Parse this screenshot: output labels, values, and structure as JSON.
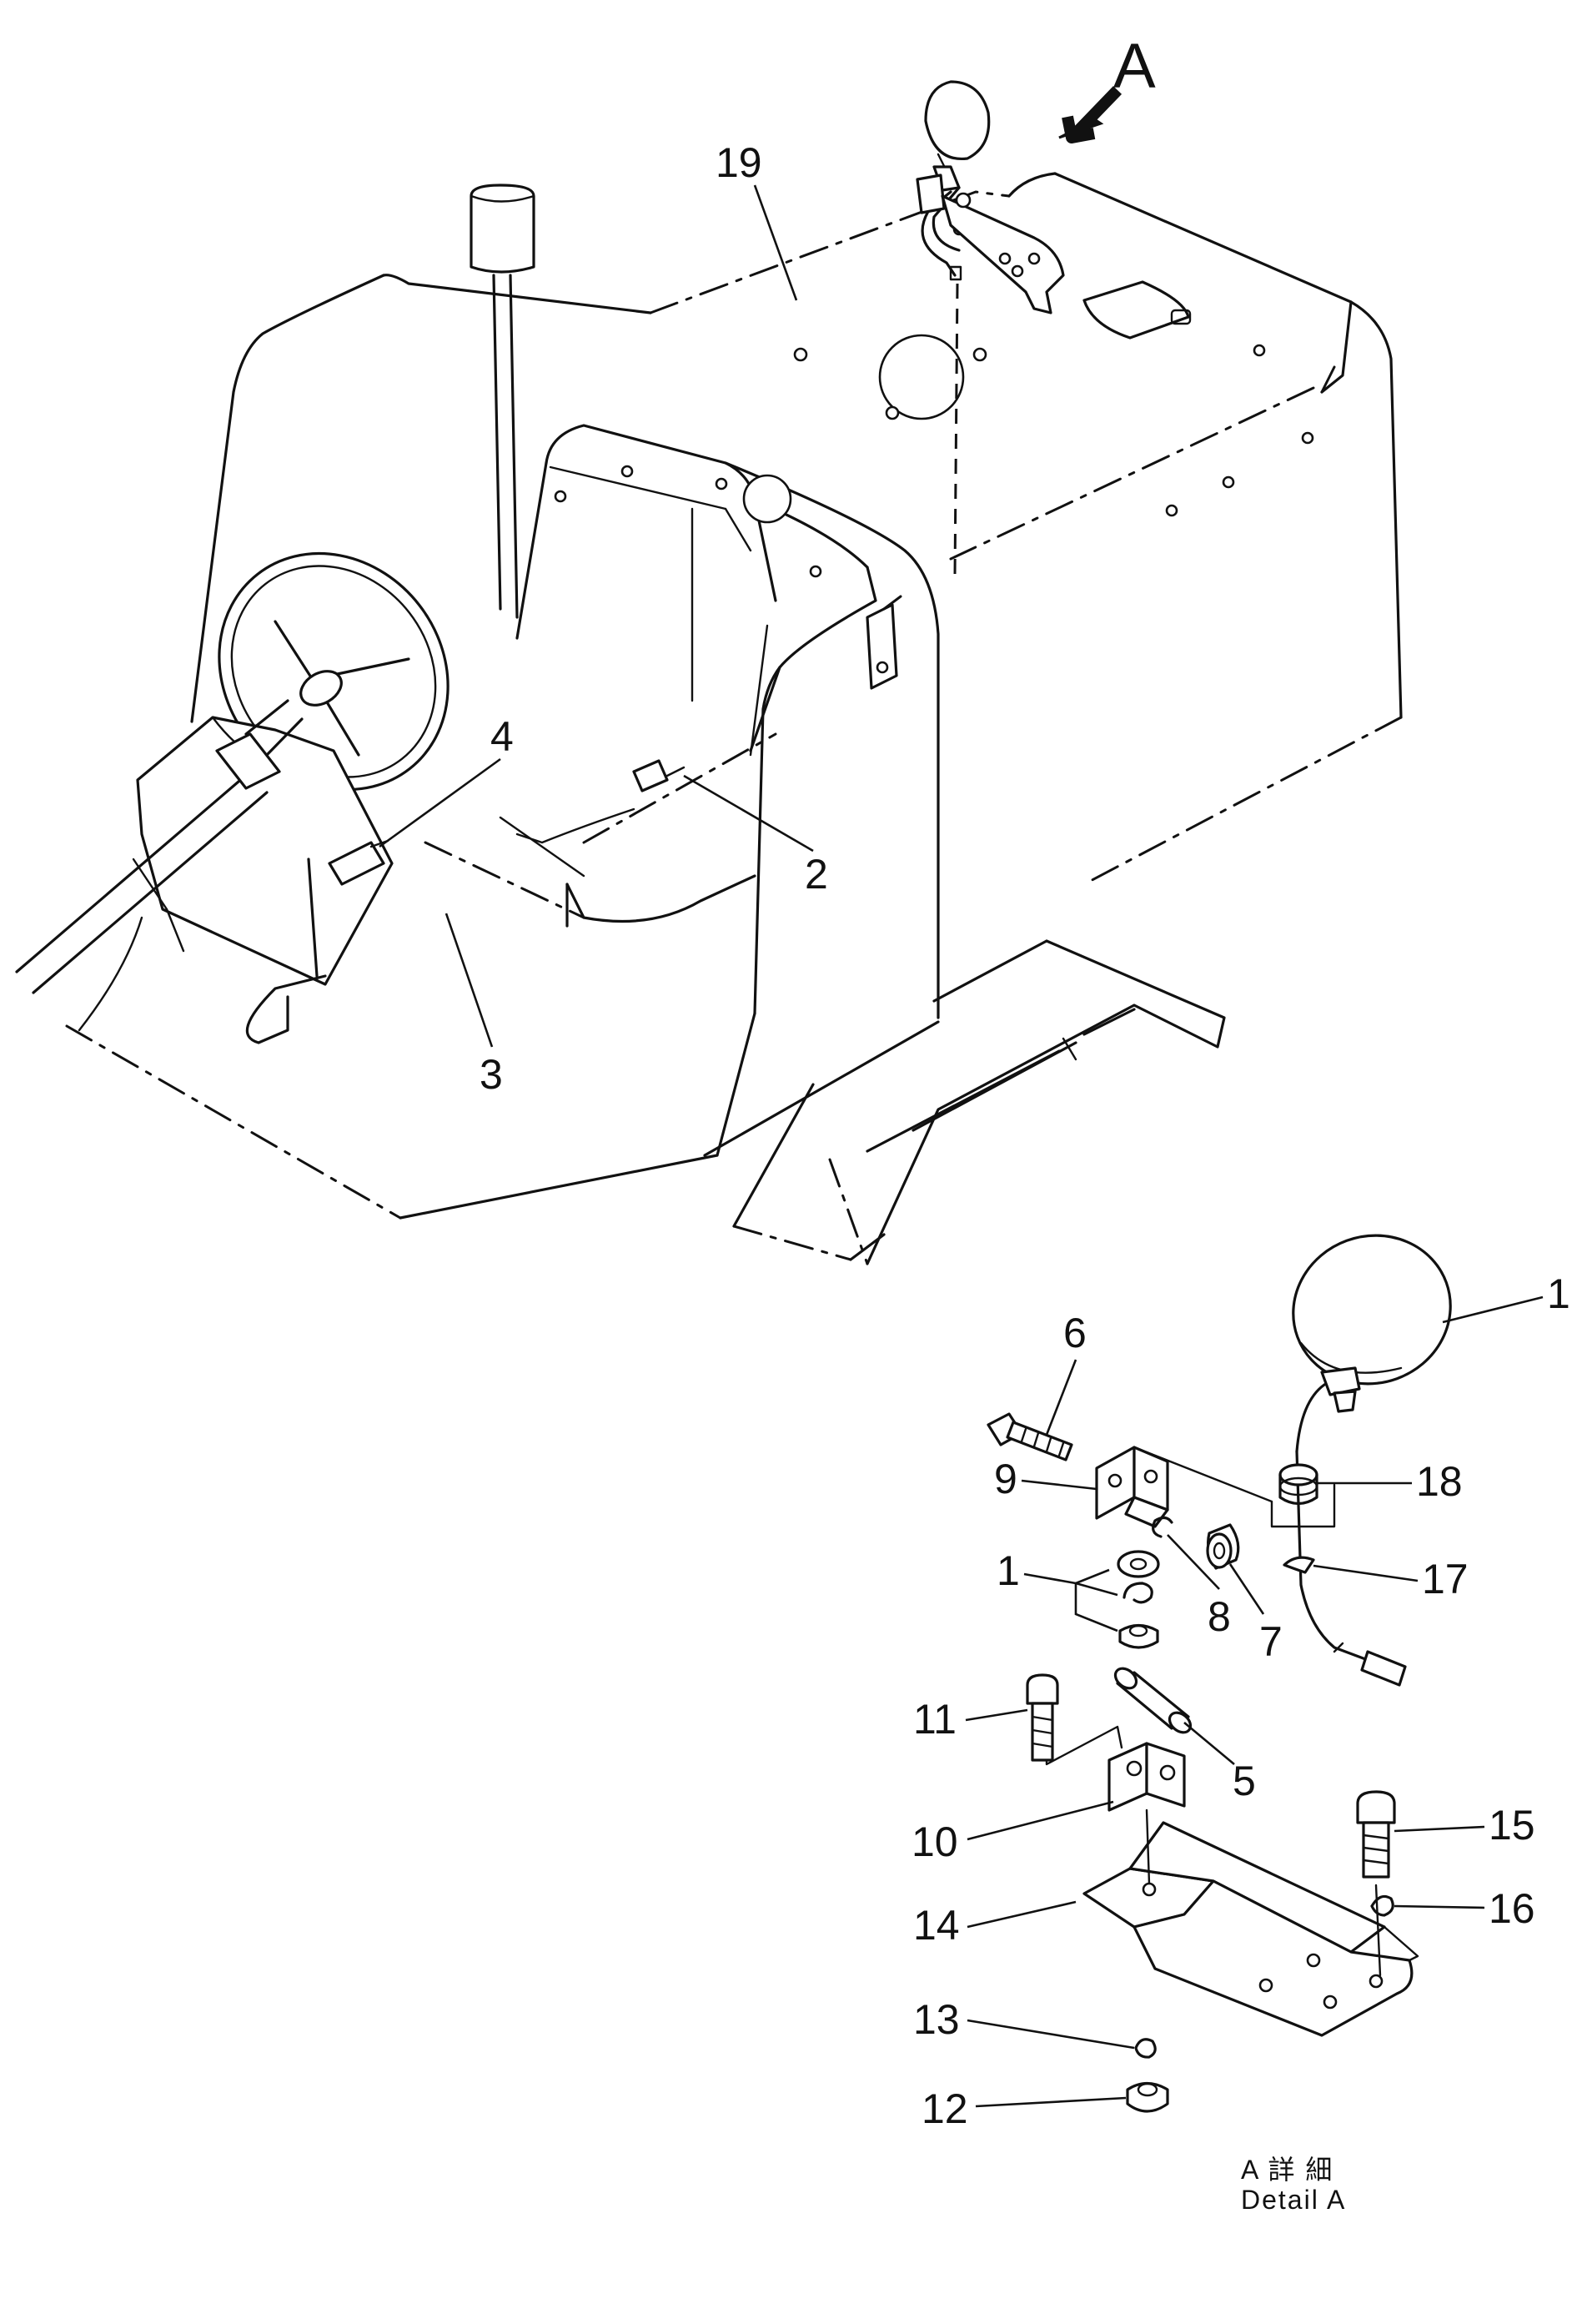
{
  "view_label": "A",
  "callouts": {
    "c19": "19",
    "c4": "4",
    "c2": "2",
    "c3": "3",
    "d1a": "1",
    "d6": "6",
    "d9": "9",
    "d18": "18",
    "d1b": "1",
    "d8": "8",
    "d7": "7",
    "d17": "17",
    "d11": "11",
    "d5": "5",
    "d10": "10",
    "d15": "15",
    "d14": "14",
    "d16": "16",
    "d13": "13",
    "d12": "12"
  },
  "caption": {
    "jp": "A 詳 細",
    "en": "Detail A"
  }
}
